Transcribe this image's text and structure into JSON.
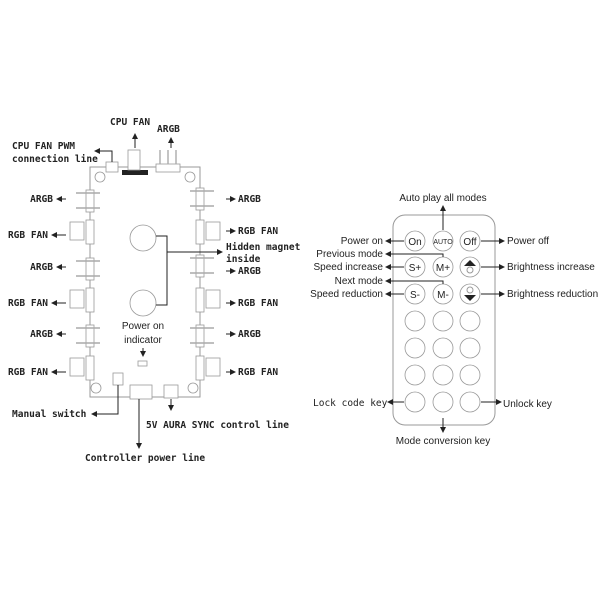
{
  "controller": {
    "cpu_fan": "CPU FAN",
    "argb_top": "ARGB",
    "pwm_line_1": "CPU FAN PWM",
    "pwm_line_2": "connection line",
    "left_ports": [
      "ARGB",
      "RGB FAN",
      "ARGB",
      "RGB FAN",
      "ARGB",
      "RGB FAN"
    ],
    "right_ports": [
      "ARGB",
      "RGB FAN",
      "ARGB",
      "RGB FAN",
      "ARGB",
      "RGB FAN"
    ],
    "magnet_1": "Hidden magnet",
    "magnet_2": "inside",
    "power_indicator_1": "Power on",
    "power_indicator_2": "indicator",
    "manual_switch": "Manual switch",
    "aura_sync": "5V AURA SYNC control line",
    "power_line": "Controller power line"
  },
  "remote": {
    "auto_play": "Auto play all modes",
    "power_on": "Power on",
    "previous_mode": "Previous mode",
    "speed_increase": "Speed increase",
    "next_mode": "Next mode",
    "speed_reduction": "Speed reduction",
    "power_off": "Power off",
    "brightness_increase": "Brightness increase",
    "brightness_reduction": "Brightness reduction",
    "lock_code_key": "Lock code key",
    "unlock_key": "Unlock key",
    "mode_conversion_key": "Mode conversion key",
    "buttons": {
      "on": "On",
      "auto": "AUTO",
      "off": "Off",
      "s_plus": "S+",
      "m_plus": "M+",
      "s_minus": "S-",
      "m_minus": "M-"
    }
  }
}
